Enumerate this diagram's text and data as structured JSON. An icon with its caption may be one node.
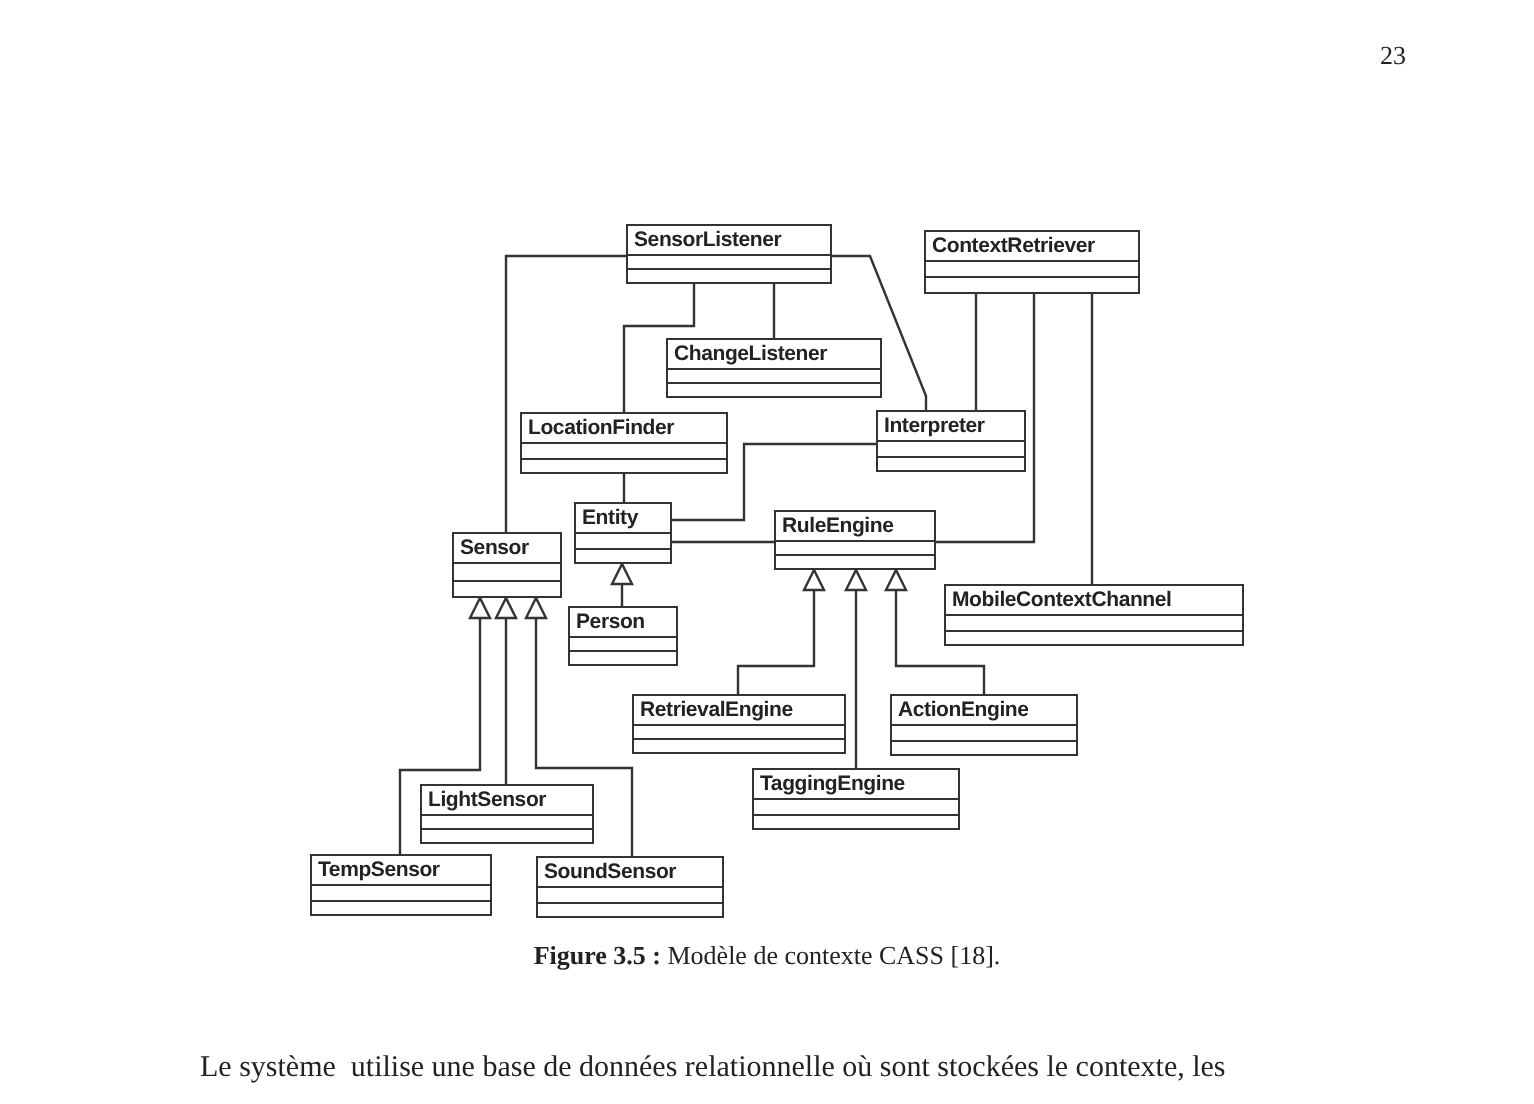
{
  "diagram": {
    "caption": "**Figure 3.5 :** Modèle de contexte CASS [18].",
    "nodes": [
      {
        "text": [
          "SensorListener"
        ]
      },
      {
        "text": [
          "ContextRetriever"
        ]
      },
      {
        "text": [
          "ChangeListener"
        ]
      },
      {
        "text": [
          "LocationFinder"
        ]
      },
      {
        "text": [
          "Interpreter"
        ]
      },
      {
        "text": [
          "Entity"
        ]
      },
      {
        "text": [
          "Sensor"
        ]
      },
      {
        "text": [
          "RuleEngine"
        ]
      },
      {
        "text": [
          "MobileContextChannel"
        ]
      },
      {
        "text": [
          "Person"
        ]
      },
      {
        "text": [
          "RetrievalEngine"
        ]
      },
      {
        "text": [
          "ActionEngine"
        ]
      },
      {
        "text": [
          "LightSensor"
        ]
      },
      {
        "text": [
          "TaggingEngine"
        ]
      },
      {
        "text": [
          "TempSensor"
        ]
      },
      {
        "text": [
          "SoundSensor"
        ]
      }
    ],
    "edges": [
      {
        "from": 0,
        "to": 6,
        "arrow": "none"
      },
      {
        "from": 0,
        "to": 2,
        "arrow": "none"
      },
      {
        "from": 0,
        "to": 3,
        "arrow": "none"
      },
      {
        "from": 0,
        "to": 4,
        "arrow": "none"
      },
      {
        "from": 1,
        "to": 4,
        "arrow": "none"
      },
      {
        "from": 5,
        "to": 7,
        "arrow": "none"
      },
      {
        "from": 7,
        "to": 1,
        "arrow": "none"
      },
      {
        "from": 4,
        "to": 5,
        "arrow": "none"
      },
      {
        "from": 3,
        "to": 5,
        "arrow": "none"
      },
      {
        "from": 1,
        "to": 8,
        "arrow": "none"
      },
      {
        "from": 9,
        "to": 5,
        "arrow": "to"
      },
      {
        "from": 14,
        "to": 6,
        "arrow": "to"
      },
      {
        "from": 12,
        "to": 6,
        "arrow": "to"
      },
      {
        "from": 15,
        "to": 6,
        "arrow": "to"
      },
      {
        "from": 10,
        "to": 7,
        "arrow": "to"
      },
      {
        "from": 13,
        "to": 7,
        "arrow": "to"
      },
      {
        "from": 11,
        "to": 7,
        "arrow": "to"
      }
    ],
    "labels": [
      "23",
      "Le système  utilise une base de données relationnelle où sont stockées le contexte, les"
    ]
  }
}
